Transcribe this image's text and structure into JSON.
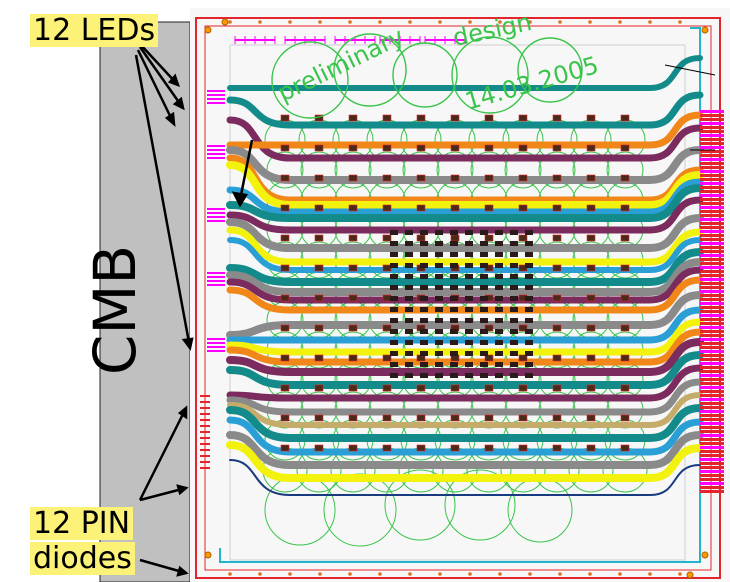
{
  "labels": {
    "leds": "12 LEDs",
    "pins_line1": "12 PIN",
    "pins_line2": "diodes",
    "board": "CMB"
  },
  "stamp": {
    "word1": "preliminary",
    "word2": "design",
    "date": "14.03.2005"
  },
  "colors": {
    "outline": "#e4242b",
    "stamp": "#39c44a",
    "cyan": "#21b5cf",
    "magenta": "#ff00ff",
    "callout_bg": "#fbf277",
    "cmb_bar": "#c0c0c0",
    "tracks": [
      "#148b8b",
      "#7b2b5d",
      "#f08718",
      "#8a8a8a",
      "#f2f20d",
      "#2a9fd6",
      "#c5ac6a",
      "#173a80"
    ]
  }
}
